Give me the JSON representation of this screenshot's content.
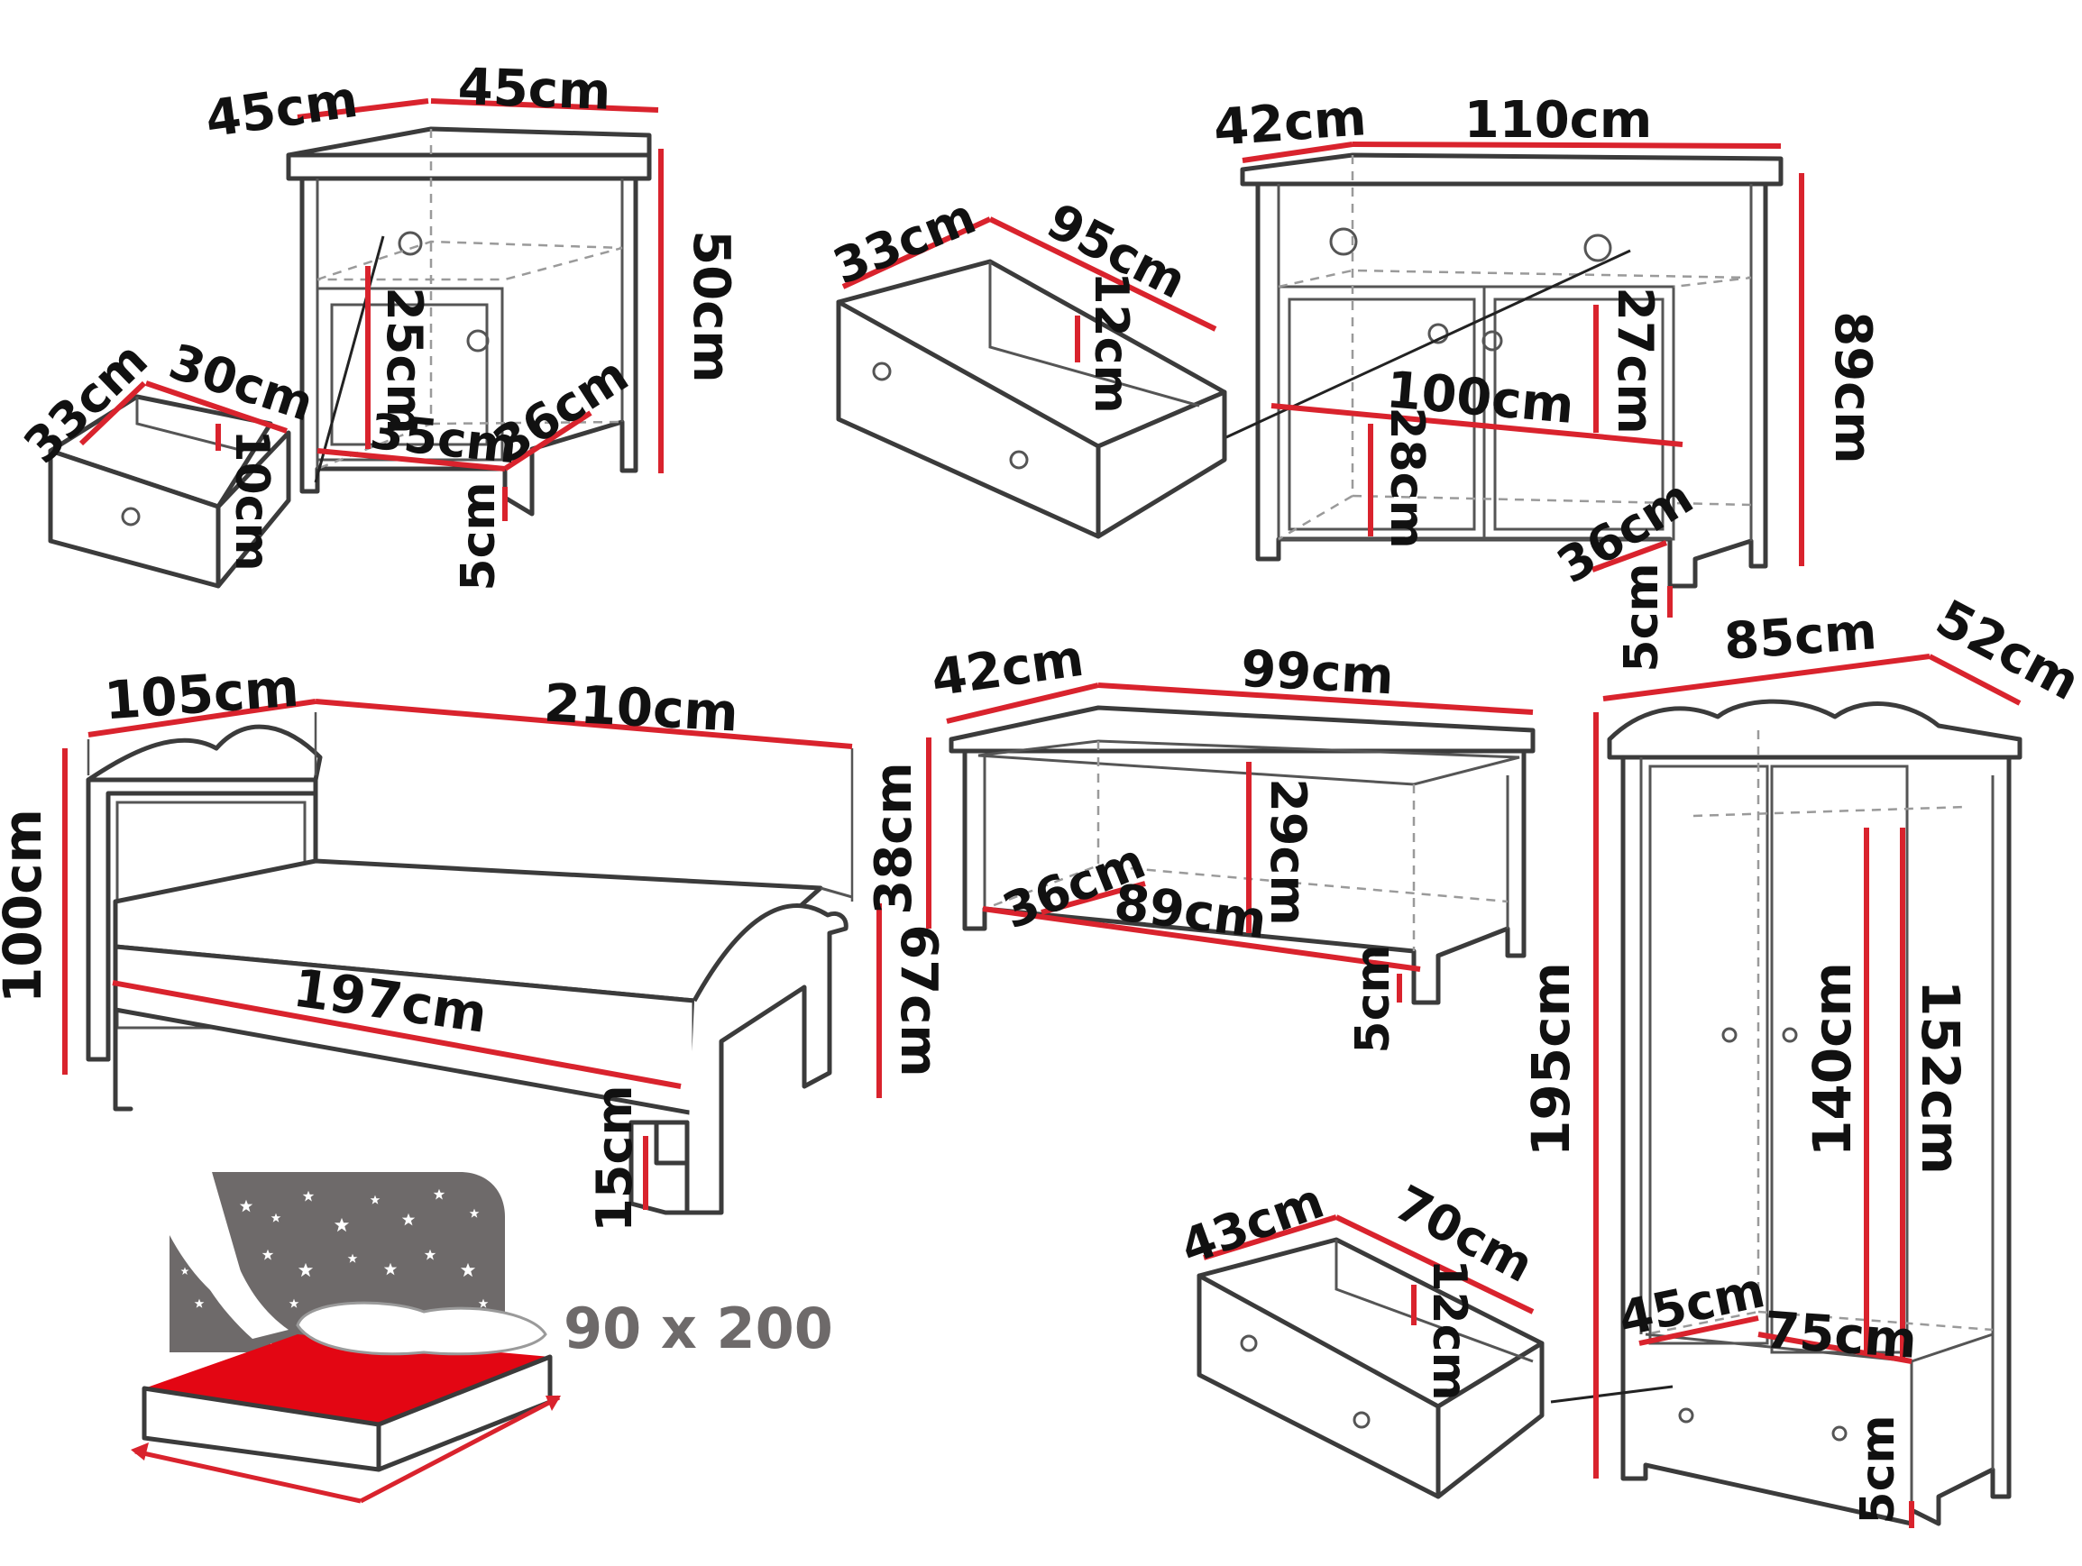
{
  "colors": {
    "dimension": "#d9232d",
    "outline": "#3b3b3b",
    "mattress": "#e30613",
    "stars_panel": "#6e6a6a"
  },
  "nightstand": {
    "depth": "45cm",
    "width": "45cm",
    "height": "50cm",
    "shelf_height": "25cm",
    "inner_width": "35cm",
    "inner_depth": "36cm",
    "leg_height": "5cm",
    "drawer": {
      "depth": "33cm",
      "width": "30cm",
      "height": "10cm"
    }
  },
  "chest": {
    "depth": "42cm",
    "width": "110cm",
    "height": "89cm",
    "door_height": "27cm",
    "inner_width": "100cm",
    "shelf_height": "28cm",
    "inner_depth": "36cm",
    "leg_height": "5cm",
    "drawer": {
      "depth": "33cm",
      "width": "95cm",
      "height": "12cm"
    }
  },
  "bed": {
    "width": "105cm",
    "length": "210cm",
    "head_height": "100cm",
    "foot_height": "67cm",
    "inner_length": "197cm",
    "leg_height": "15cm"
  },
  "mattress": {
    "size": "90 x 200"
  },
  "bench": {
    "depth": "42cm",
    "width": "99cm",
    "height": "38cm",
    "inner_height": "29cm",
    "inner_depth": "36cm",
    "inner_width": "89cm",
    "leg_height": "5cm"
  },
  "wardrobe": {
    "width": "85cm",
    "depth": "52cm",
    "height": "195cm",
    "door_height": "152cm",
    "rail_height": "140cm",
    "inner_depth": "45cm",
    "inner_width": "75cm",
    "leg_height": "5cm",
    "drawer": {
      "depth": "43cm",
      "width": "70cm",
      "height": "12cm"
    }
  }
}
